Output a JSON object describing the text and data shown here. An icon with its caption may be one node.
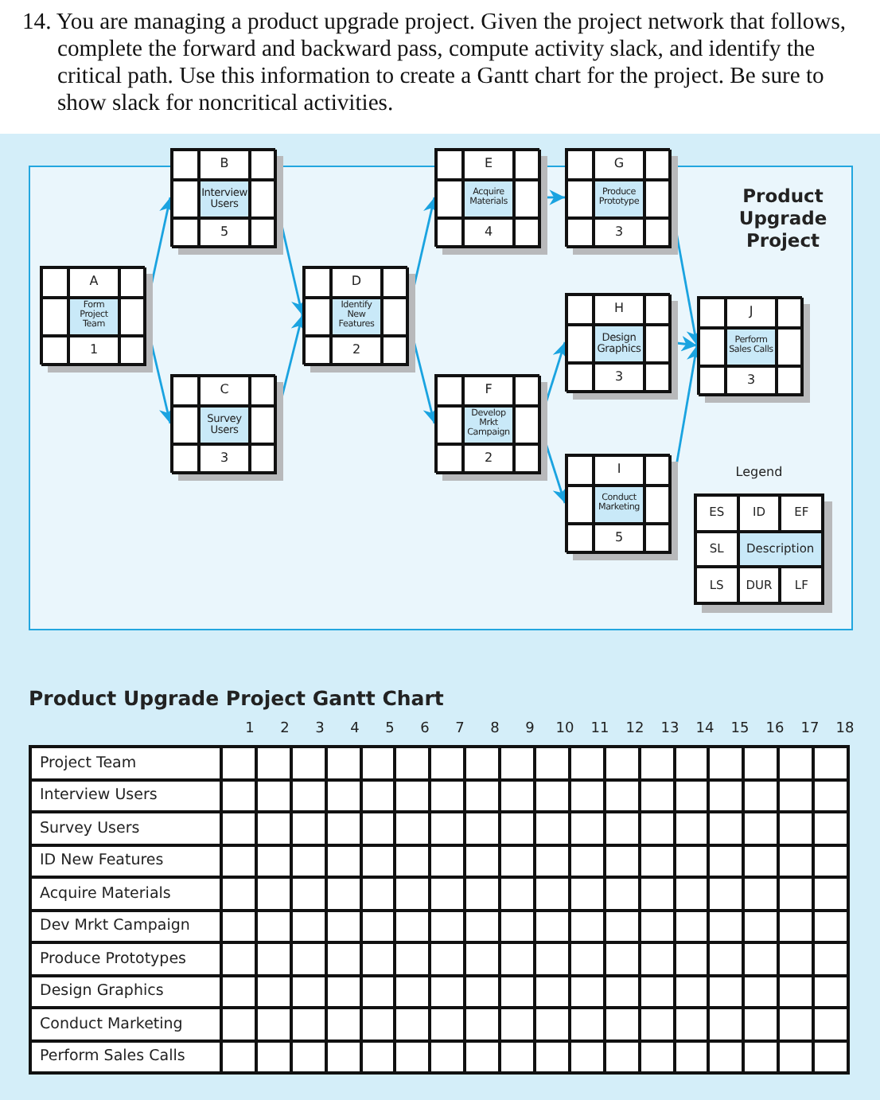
{
  "diagram": {
    "title": "14. You are managing a product upgrade project. Given the project network that follows, complete the forward and backward pass, compute activity slack, and identify the critical path. Use this information to create a Gantt chart for the project. Be sure to show slack for noncritical activities.",
    "nodes": [
      {
        "text": [
          "A",
          "Form Project Team",
          "1"
        ]
      },
      {
        "text": [
          "B",
          "Interview Users",
          "5"
        ]
      },
      {
        "text": [
          "C",
          "Survey Users",
          "3"
        ]
      },
      {
        "text": [
          "D",
          "Identify New Features",
          "2"
        ]
      },
      {
        "text": [
          "E",
          "Acquire Materials",
          "4"
        ]
      },
      {
        "text": [
          "F",
          "Develop Mrkt Campaign",
          "2"
        ]
      },
      {
        "text": [
          "G",
          "Produce Prototype",
          "3"
        ]
      },
      {
        "text": [
          "H",
          "Design Graphics",
          "3"
        ]
      },
      {
        "text": [
          "I",
          "Conduct Marketing",
          "5"
        ]
      },
      {
        "text": [
          "J",
          "Perform Sales Calls",
          "3"
        ]
      },
      {
        "text": [
          "ES",
          "ID",
          "EF",
          "SL",
          "Description",
          "LS",
          "DUR",
          "LF"
        ],
        "beside": [
          "Legend"
        ]
      }
    ],
    "edges": [
      {
        "from": 0,
        "to": 1,
        "arrow": "to"
      },
      {
        "from": 0,
        "to": 2,
        "arrow": "to"
      },
      {
        "from": 1,
        "to": 3,
        "arrow": "to"
      },
      {
        "from": 2,
        "to": 3,
        "arrow": "to"
      },
      {
        "from": 3,
        "to": 4,
        "arrow": "to"
      },
      {
        "from": 3,
        "to": 5,
        "arrow": "to"
      },
      {
        "from": 4,
        "to": 6,
        "arrow": "to"
      },
      {
        "from": 5,
        "to": 7,
        "arrow": "to"
      },
      {
        "from": 5,
        "to": 8,
        "arrow": "to"
      },
      {
        "from": 6,
        "to": 9,
        "arrow": "to"
      },
      {
        "from": 7,
        "to": 9,
        "arrow": "to"
      },
      {
        "from": 8,
        "to": 9,
        "arrow": "to"
      }
    ],
    "labels": [
      "Product Upgrade Project",
      "Product Upgrade Project Gantt Chart",
      "1",
      "2",
      "3",
      "4",
      "5",
      "6",
      "7",
      "8",
      "9",
      "10",
      "11",
      "12",
      "13",
      "14",
      "15",
      "16",
      "17",
      "18",
      "Project Team",
      "Interview Users",
      "Survey Users",
      "ID New Features",
      "Acquire Materials",
      "Dev Mrkt Campaign",
      "Produce Prototypes",
      "Design Graphics",
      "Conduct Marketing",
      "Perform Sales Calls"
    ]
  }
}
